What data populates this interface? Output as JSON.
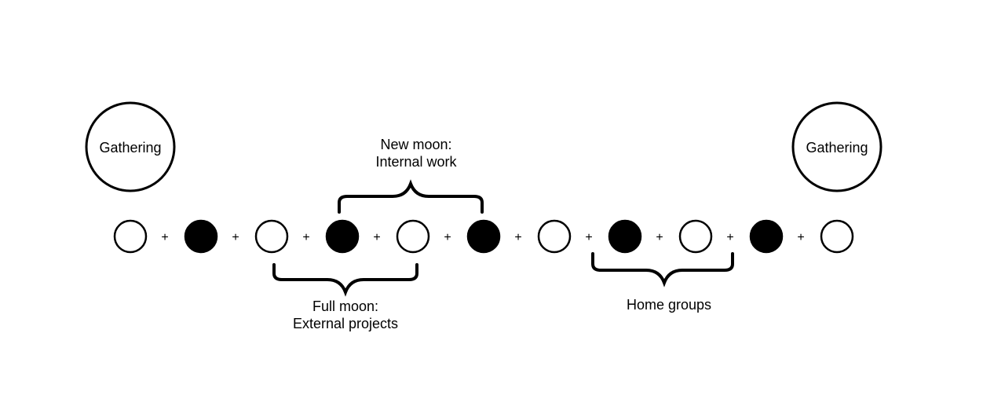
{
  "gatherings": [
    {
      "label": "Gathering"
    },
    {
      "label": "Gathering"
    }
  ],
  "sequence": [
    "full",
    "new",
    "full",
    "new",
    "full",
    "new",
    "full",
    "new",
    "full",
    "new",
    "full"
  ],
  "plus_symbol": "+",
  "annotations": {
    "new_moon": {
      "line1": "New moon:",
      "line2": "Internal work"
    },
    "full_moon": {
      "line1": "Full moon:",
      "line2": "External projects"
    },
    "home_groups": {
      "line1": "Home groups"
    }
  },
  "colors": {
    "stroke": "#000000",
    "new_fill": "#000000",
    "full_fill": "#ffffff"
  }
}
